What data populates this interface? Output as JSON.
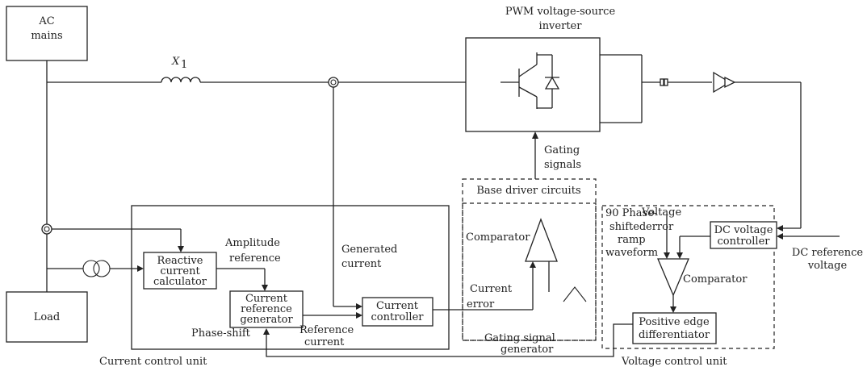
{
  "blocks": {
    "ac_mains": [
      "AC",
      "mains"
    ],
    "load": "Load",
    "inductor": "X",
    "inductor_sub": "1",
    "inverter_title": [
      "PWM voltage-source",
      "inverter"
    ],
    "gating_signals": [
      "Gating",
      "signals"
    ],
    "base_driver": "Base driver circuits",
    "reactive_calc": [
      "Reactive",
      "current",
      "calculator"
    ],
    "current_ref_gen": [
      "Current",
      "reference",
      "generator"
    ],
    "current_controller": [
      "Current",
      "controller"
    ],
    "dc_voltage_controller": "DC voltage",
    "dc_voltage_controller_2": "controller",
    "positive_edge": [
      "Positive edge",
      "differentiator"
    ]
  },
  "labels": {
    "amplitude_reference": [
      "Amplitude",
      "reference"
    ],
    "generated_current": [
      "Generated",
      "current"
    ],
    "comparator_left": "Comparator",
    "current_error": [
      "Current",
      "error"
    ],
    "phase_shift": "Phase-shift",
    "reference_current": [
      "Reference",
      "current"
    ],
    "gating_signal_generator": [
      "Gating signal",
      "generator"
    ],
    "current_control_unit": "Current control unit",
    "voltage_control_unit": "Voltage control unit",
    "ramp_waveform": [
      "90 Phase-",
      "shifted",
      "ramp",
      "waveform"
    ],
    "voltage_error": [
      "Voltage",
      "error"
    ],
    "comparator_right": "Comparator",
    "dc_reference_voltage": [
      "DC reference",
      "voltage"
    ]
  }
}
